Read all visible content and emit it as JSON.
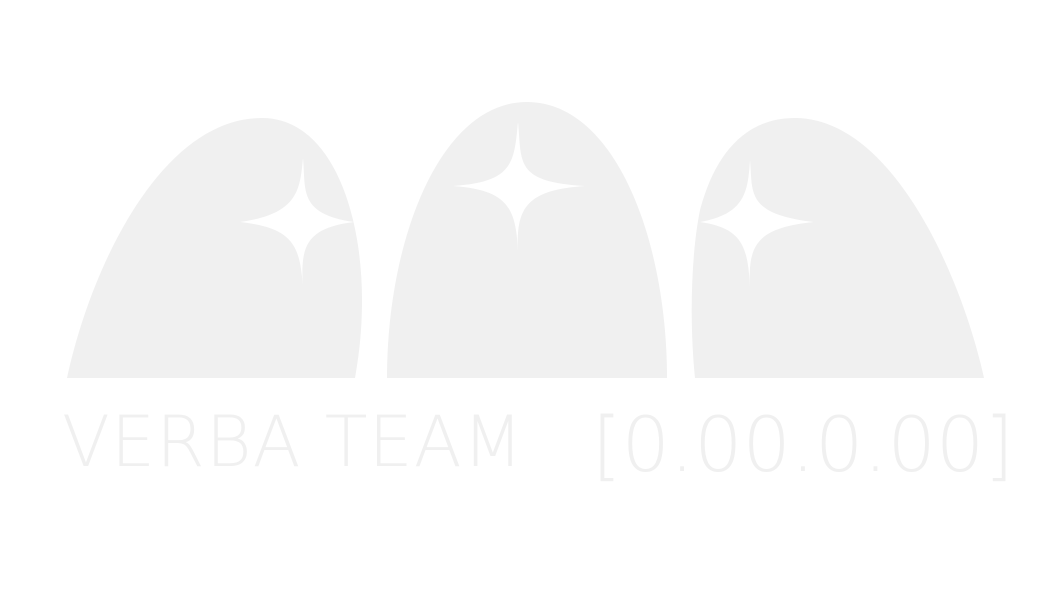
{
  "logo": {
    "shape_color": "#f0f0f0",
    "sparkle_color": "#ffffff",
    "icon": "three-domes-with-sparkles"
  },
  "wordmark": {
    "team_name": "VERBA TEAM",
    "version": "[0.00.0.00]",
    "text_color": "#f0f0f0"
  }
}
